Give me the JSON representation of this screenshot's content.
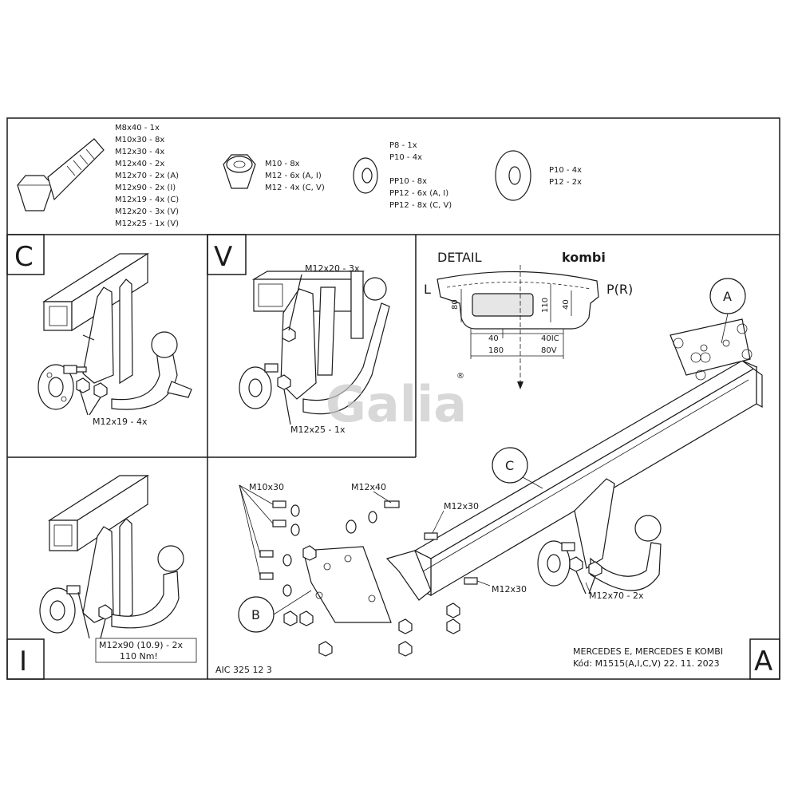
{
  "parts_list": {
    "bolts": [
      "M8x40 - 1x",
      "M10x30 - 8x",
      "M12x30 - 4x",
      "M12x40 - 2x",
      "M12x70 - 2x (A)",
      "M12x90 - 2x (I)",
      "M12x19 - 4x (C)",
      "M12x20 - 3x (V)",
      "M12x25 - 1x (V)"
    ],
    "nuts": [
      "M10 - 8x",
      "M12 - 6x (A, I)",
      "M12 - 4x (C, V)"
    ],
    "washers": [
      "P8 - 1x",
      "P10 - 4x",
      "",
      "PP10 - 8x",
      "PP12 - 6x (A, I)",
      "PP12 - 8x (C, V)"
    ],
    "big_washers": [
      "P10 - 4x",
      "P12 - 2x"
    ]
  },
  "panels": {
    "c": {
      "letter": "C",
      "bolt_label": "M12x19 - 4x"
    },
    "v": {
      "letter": "V",
      "top_label": "M12x20 - 3x",
      "bottom_label": "M12x25 - 1x"
    },
    "i": {
      "letter": "I",
      "label_line1": "M12x90 (10.9) - 2x",
      "label_line2": "110 Nm!"
    },
    "a": {
      "letter": "A"
    }
  },
  "detail": {
    "title": "DETAIL",
    "variant": "kombi",
    "left": "L",
    "right": "P(R)",
    "dims": [
      "80",
      "110",
      "40",
      "40",
      "40IC",
      "180",
      "80V"
    ]
  },
  "main": {
    "callouts": [
      "A",
      "B",
      "C"
    ],
    "labels": {
      "m10x30": "M10x30",
      "m12x40": "M12x40",
      "m12x30_top": "M12x30",
      "m12x30_bottom": "M12x30",
      "m12x70": "M12x70 - 2x"
    }
  },
  "watermark": {
    "text": "Galia",
    "mark": "®"
  },
  "footer": {
    "drawing_code": "AIC 325 12 3",
    "vehicle": "MERCEDES E, MERCEDES E KOMBI",
    "code_line": "Kód: M1515(A,I,C,V)  22. 11. 2023"
  }
}
